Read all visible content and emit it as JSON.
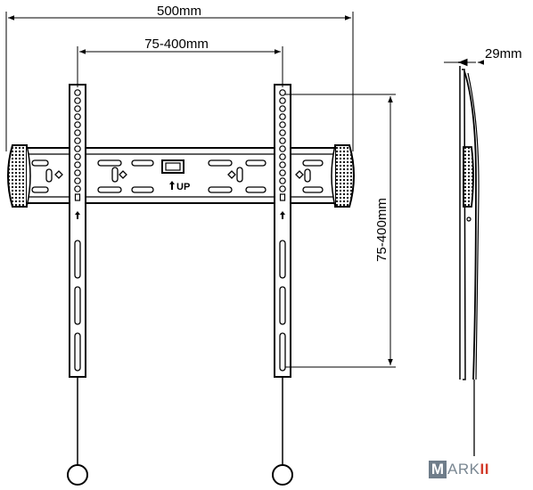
{
  "dimensions": {
    "overall_width": "500mm",
    "horizontal_vesa": "75-400mm",
    "vertical_vesa": "75-400mm",
    "depth": "29mm"
  },
  "plate": {
    "up_label": "UP"
  },
  "logo": {
    "initial": "M",
    "rest": "ARK",
    "accent": "II"
  },
  "colors": {
    "line": "#000000",
    "logo_grey": "#6f7d8a",
    "logo_accent": "#d23a2a"
  }
}
